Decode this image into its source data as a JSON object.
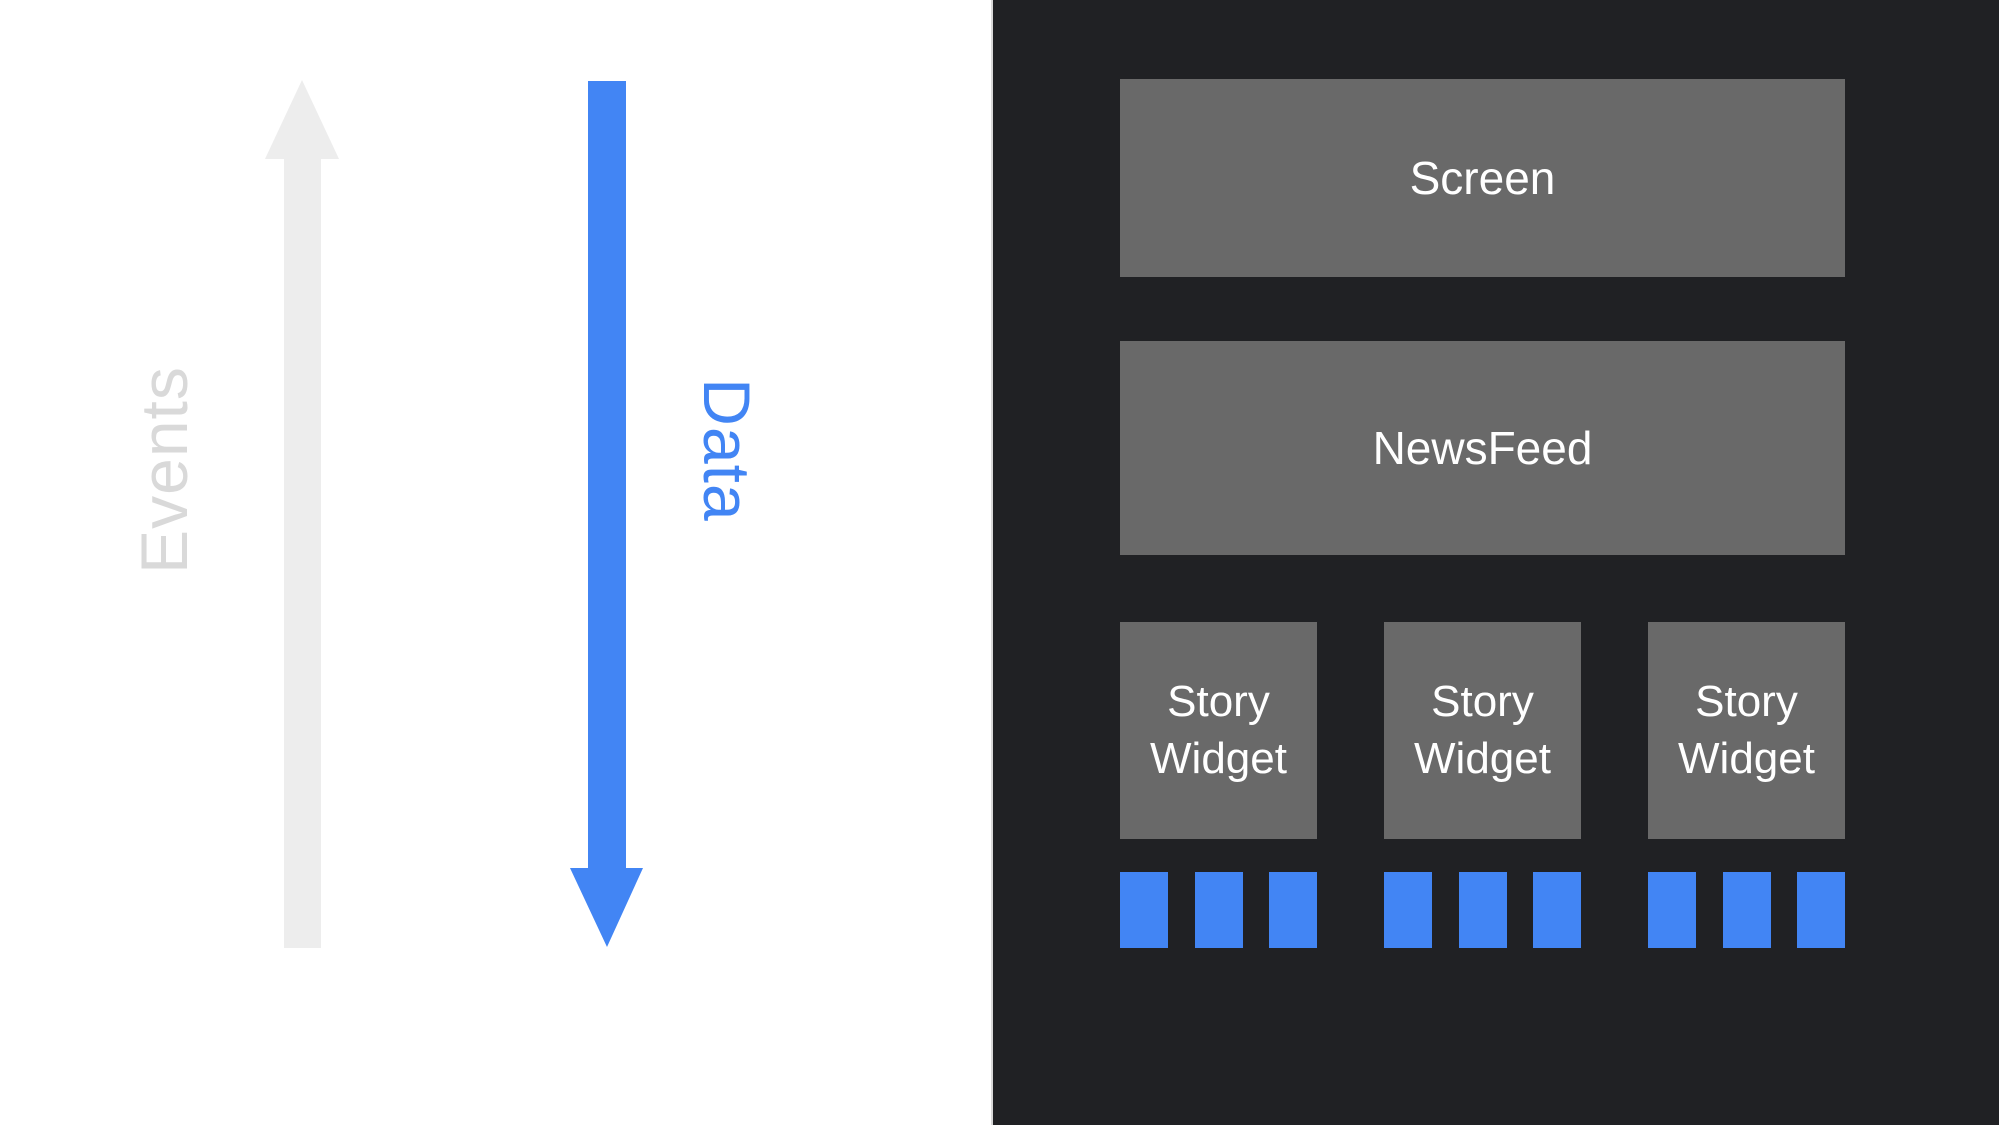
{
  "diagram": {
    "left_panel": {
      "events_label": "Events",
      "data_label": "Data",
      "events_arrow_direction": "up",
      "data_arrow_direction": "down"
    },
    "right_panel": {
      "screen_label": "Screen",
      "newsfeed_label": "NewsFeed",
      "story_widgets": [
        {
          "label": "Story Widget",
          "data_blocks": 3
        },
        {
          "label": "Story Widget",
          "data_blocks": 3
        },
        {
          "label": "Story Widget",
          "data_blocks": 3
        }
      ]
    },
    "colors": {
      "accent_blue": "#4285f4",
      "box_gray": "#696969",
      "panel_dark": "#202124",
      "arrow_light_gray": "#ededed",
      "events_text_gray": "#d9d9d9",
      "box_text_white": "#ffffff",
      "left_background": "#ffffff"
    }
  }
}
